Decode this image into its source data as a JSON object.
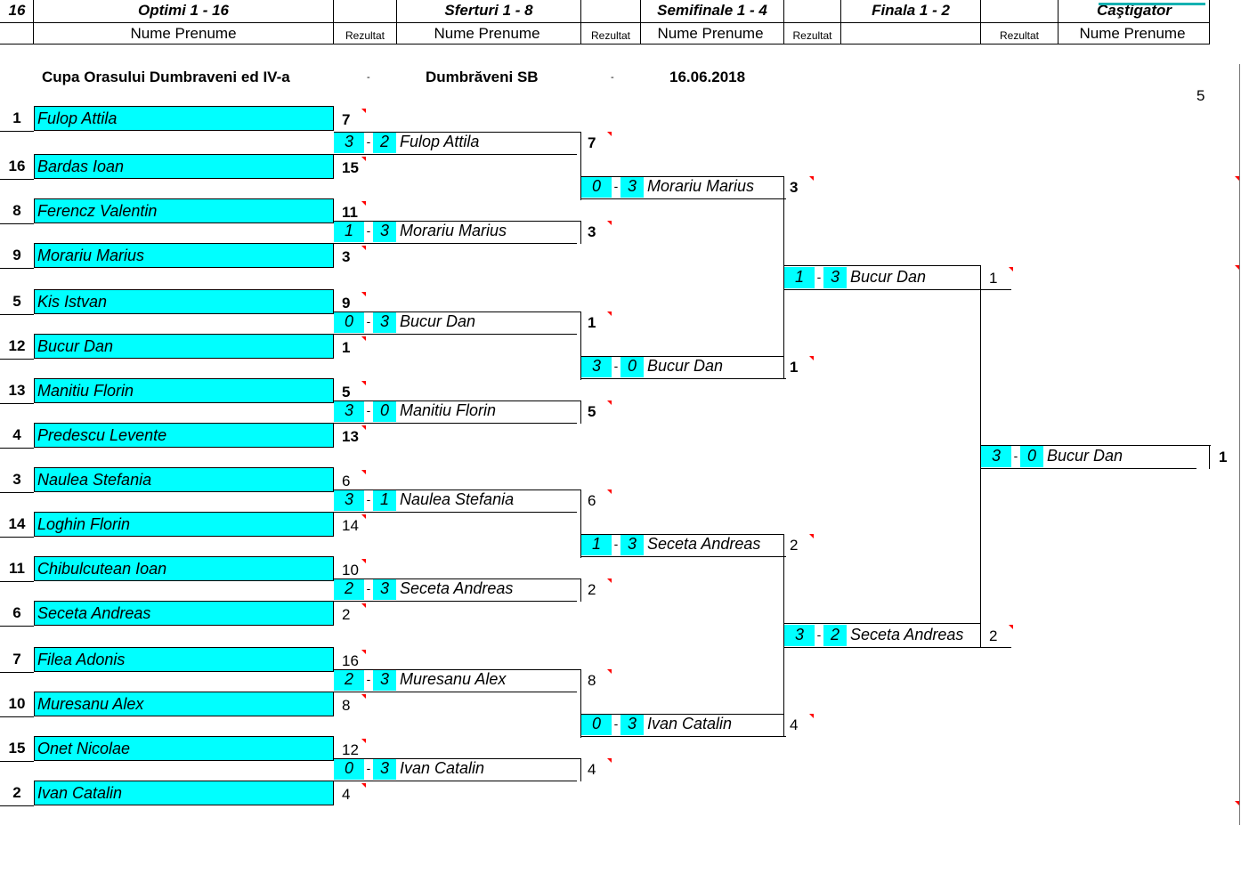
{
  "header": {
    "count": "16",
    "rounds": [
      "Optimi 1 - 16",
      "Sferturi 1 - 8",
      "Semifinale 1 - 4",
      "Finala 1 - 2",
      "Caştigator"
    ],
    "name_label": "Nume Prenume",
    "result_label": "Rezultat"
  },
  "info": {
    "title": "Cupa Orasului Dumbraveni ed IV-a",
    "location": "Dumbrăveni SB",
    "date": "16.06.2018",
    "dash": "-",
    "side_number": "5"
  },
  "round1": [
    {
      "seed": "1",
      "name": "Fulop Attila",
      "place": "7",
      "bold": true
    },
    {
      "seed": "16",
      "name": "Bardas Ioan",
      "place": "15",
      "bold": true
    },
    {
      "seed": "8",
      "name": "Ferencz Valentin",
      "place": "11",
      "bold": true
    },
    {
      "seed": "9",
      "name": "Morariu Marius",
      "place": "3",
      "bold": true
    },
    {
      "seed": "5",
      "name": "Kis Istvan",
      "place": "9",
      "bold": true
    },
    {
      "seed": "12",
      "name": "Bucur Dan",
      "place": "1",
      "bold": true
    },
    {
      "seed": "13",
      "name": "Manitiu Florin",
      "place": "5",
      "bold": true
    },
    {
      "seed": "4",
      "name": "Predescu Levente",
      "place": "13",
      "bold": true
    },
    {
      "seed": "3",
      "name": "Naulea Stefania",
      "place": "6",
      "bold": false
    },
    {
      "seed": "14",
      "name": "Loghin Florin",
      "place": "14",
      "bold": false
    },
    {
      "seed": "11",
      "name": "Chibulcutean Ioan",
      "place": "10",
      "bold": false
    },
    {
      "seed": "6",
      "name": "Seceta Andreas",
      "place": "2",
      "bold": false
    },
    {
      "seed": "7",
      "name": "Filea Adonis",
      "place": "16",
      "bold": false
    },
    {
      "seed": "10",
      "name": "Muresanu Alex",
      "place": "8",
      "bold": false
    },
    {
      "seed": "15",
      "name": "Onet Nicolae",
      "place": "12",
      "bold": false
    },
    {
      "seed": "2",
      "name": "Ivan Catalin",
      "place": "4",
      "bold": false
    }
  ],
  "quarterfinals": [
    {
      "s1": "3",
      "s2": "2",
      "name": "Fulop Attila",
      "place": "7",
      "bold": true
    },
    {
      "s1": "1",
      "s2": "3",
      "name": "Morariu Marius",
      "place": "3",
      "bold": true
    },
    {
      "s1": "0",
      "s2": "3",
      "name": "Bucur Dan",
      "place": "1",
      "bold": true
    },
    {
      "s1": "3",
      "s2": "0",
      "name": "Manitiu Florin",
      "place": "5",
      "bold": true
    },
    {
      "s1": "3",
      "s2": "1",
      "name": "Naulea Stefania",
      "place": "6",
      "bold": false
    },
    {
      "s1": "2",
      "s2": "3",
      "name": "Seceta Andreas",
      "place": "2",
      "bold": false
    },
    {
      "s1": "2",
      "s2": "3",
      "name": "Muresanu Alex",
      "place": "8",
      "bold": false
    },
    {
      "s1": "0",
      "s2": "3",
      "name": "Ivan Catalin",
      "place": "4",
      "bold": false
    }
  ],
  "semifinals": [
    {
      "s1": "0",
      "s2": "3",
      "name": "Morariu Marius",
      "place": "3",
      "bold": true
    },
    {
      "s1": "3",
      "s2": "0",
      "name": "Bucur Dan",
      "place": "1",
      "bold": true
    },
    {
      "s1": "1",
      "s2": "3",
      "name": "Seceta Andreas",
      "place": "2",
      "bold": false
    },
    {
      "s1": "0",
      "s2": "3",
      "name": "Ivan Catalin",
      "place": "4",
      "bold": false
    }
  ],
  "final": [
    {
      "s1": "1",
      "s2": "3",
      "name": "Bucur Dan",
      "place": "1",
      "bold": false
    },
    {
      "s1": "3",
      "s2": "2",
      "name": "Seceta Andreas",
      "place": "2",
      "bold": false
    }
  ],
  "winner": {
    "s1": "3",
    "s2": "0",
    "name": "Bucur Dan",
    "place": "1",
    "bold": true
  }
}
